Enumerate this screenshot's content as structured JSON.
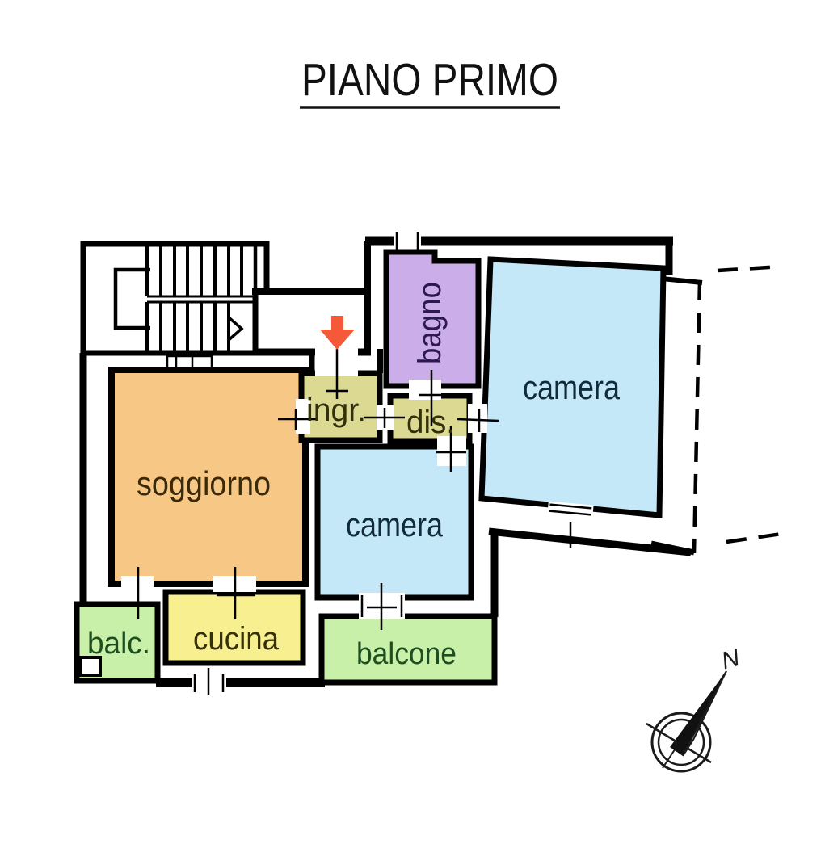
{
  "title": {
    "text": "PIANO PRIMO"
  },
  "rooms": {
    "soggiorno": {
      "label": "soggiorno",
      "fill": "#f7c786",
      "text_color": "#3a2a08"
    },
    "cucina": {
      "label": "cucina",
      "fill": "#f8ef90",
      "text_color": "#35300a"
    },
    "balc": {
      "label": "balc.",
      "fill": "#c9f0a9",
      "text_color": "#1e4d20"
    },
    "balcone": {
      "label": "balcone",
      "fill": "#c9f0a9",
      "text_color": "#1e4d20"
    },
    "camera_center": {
      "label": "camera",
      "fill": "#c4e8f8",
      "text_color": "#122b3a"
    },
    "camera_right": {
      "label": "camera",
      "fill": "#c4e8f8",
      "text_color": "#122b3a"
    },
    "bagno": {
      "label": "bagno",
      "fill": "#caade9",
      "text_color": "#2d1950"
    },
    "ingresso": {
      "label": "ingr.",
      "fill": "#dcd992",
      "text_color": "#32300a"
    },
    "disimpegno": {
      "label": "dis.",
      "fill": "#dcd992",
      "text_color": "#32300a"
    }
  },
  "compass": {
    "north_label": "N"
  },
  "entrance_arrow": {
    "color": "#f4593a"
  },
  "walls": {
    "color": "#000000"
  }
}
